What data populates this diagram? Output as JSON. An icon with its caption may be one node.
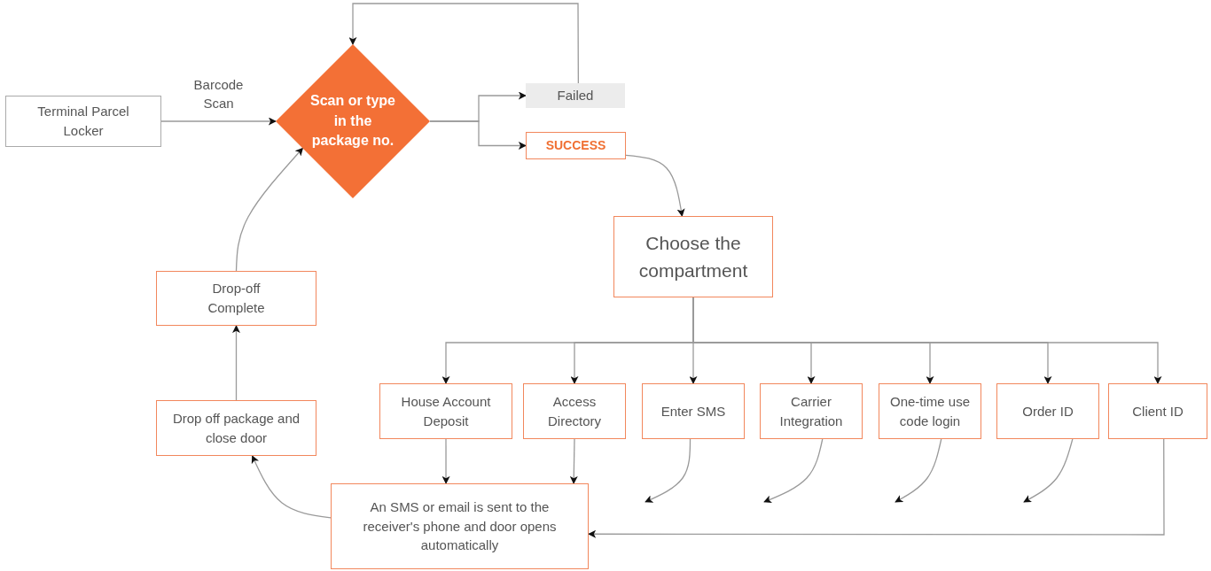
{
  "diagram": {
    "nodes": [
      {
        "text": [
          "Terminal Parcel Locker"
        ]
      },
      {
        "text": [
          "Scan or type in the package no."
        ]
      },
      {
        "text": [
          "Failed"
        ]
      },
      {
        "text": [
          "SUCCESS"
        ]
      },
      {
        "text": [
          "Choose the compartment"
        ]
      },
      {
        "text": [
          "House Account Deposit"
        ]
      },
      {
        "text": [
          "Access Directory"
        ]
      },
      {
        "text": [
          "Enter SMS"
        ]
      },
      {
        "text": [
          "Carrier Integration"
        ]
      },
      {
        "text": [
          "One-time use code login"
        ]
      },
      {
        "text": [
          "Order ID"
        ]
      },
      {
        "text": [
          "Client ID"
        ]
      },
      {
        "text": [
          "An SMS or email is sent to the receiver's phone and door opens automatically"
        ]
      },
      {
        "text": [
          "Drop off package and close door"
        ]
      },
      {
        "text": [
          "Drop-off Complete"
        ]
      }
    ],
    "edges": [
      {
        "from": 0,
        "to": 1,
        "arrow": "to",
        "label": "Barcode Scan"
      },
      {
        "from": 1,
        "to": 2,
        "arrow": "to"
      },
      {
        "from": 1,
        "to": 3,
        "arrow": "to"
      },
      {
        "from": 2,
        "to": 1,
        "arrow": "to"
      },
      {
        "from": 3,
        "to": 4,
        "arrow": "to"
      },
      {
        "from": 4,
        "to": 5,
        "arrow": "to"
      },
      {
        "from": 4,
        "to": 6,
        "arrow": "to"
      },
      {
        "from": 4,
        "to": 7,
        "arrow": "to"
      },
      {
        "from": 4,
        "to": 8,
        "arrow": "to"
      },
      {
        "from": 4,
        "to": 9,
        "arrow": "to"
      },
      {
        "from": 4,
        "to": 10,
        "arrow": "to"
      },
      {
        "from": 4,
        "to": 11,
        "arrow": "to"
      },
      {
        "from": 5,
        "to": 12,
        "arrow": "to"
      },
      {
        "from": 6,
        "to": 12,
        "arrow": "to"
      },
      {
        "from": 7,
        "to": null,
        "arrow": "to"
      },
      {
        "from": 8,
        "to": null,
        "arrow": "to"
      },
      {
        "from": 9,
        "to": null,
        "arrow": "to"
      },
      {
        "from": 10,
        "to": null,
        "arrow": "to"
      },
      {
        "from": 11,
        "to": 12,
        "arrow": "to"
      },
      {
        "from": 12,
        "to": 13,
        "arrow": "to"
      },
      {
        "from": 13,
        "to": 14,
        "arrow": "to"
      },
      {
        "from": 14,
        "to": 1,
        "arrow": "to"
      }
    ]
  }
}
